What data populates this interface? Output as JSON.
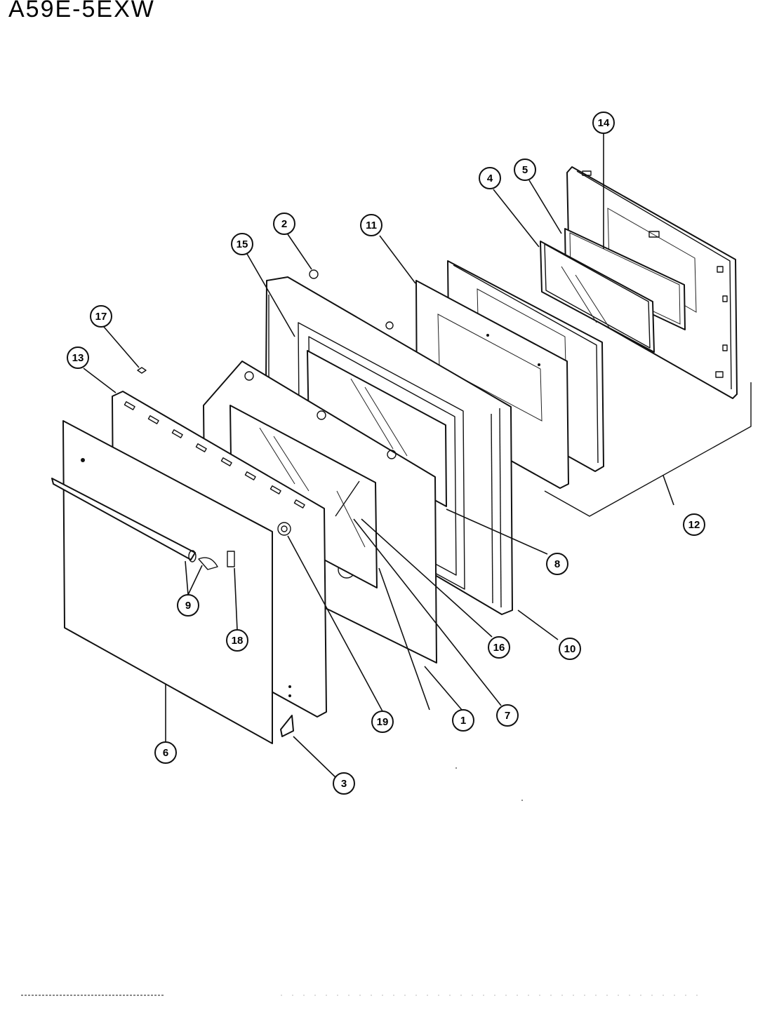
{
  "title": "A59E-5EXW",
  "callouts": [
    {
      "id": "c1",
      "label": "1"
    },
    {
      "id": "c2",
      "label": "2"
    },
    {
      "id": "c3",
      "label": "3"
    },
    {
      "id": "c4",
      "label": "4"
    },
    {
      "id": "c5",
      "label": "5"
    },
    {
      "id": "c6",
      "label": "6"
    },
    {
      "id": "c7",
      "label": "7"
    },
    {
      "id": "c8",
      "label": "8"
    },
    {
      "id": "c9",
      "label": "9"
    },
    {
      "id": "c10",
      "label": "10"
    },
    {
      "id": "c11",
      "label": "11"
    },
    {
      "id": "c12",
      "label": "12"
    },
    {
      "id": "c13",
      "label": "13"
    },
    {
      "id": "c14",
      "label": "14"
    },
    {
      "id": "c15",
      "label": "15"
    },
    {
      "id": "c16",
      "label": "16"
    },
    {
      "id": "c17",
      "label": "17"
    },
    {
      "id": "c18",
      "label": "18"
    },
    {
      "id": "c19",
      "label": "19"
    }
  ]
}
